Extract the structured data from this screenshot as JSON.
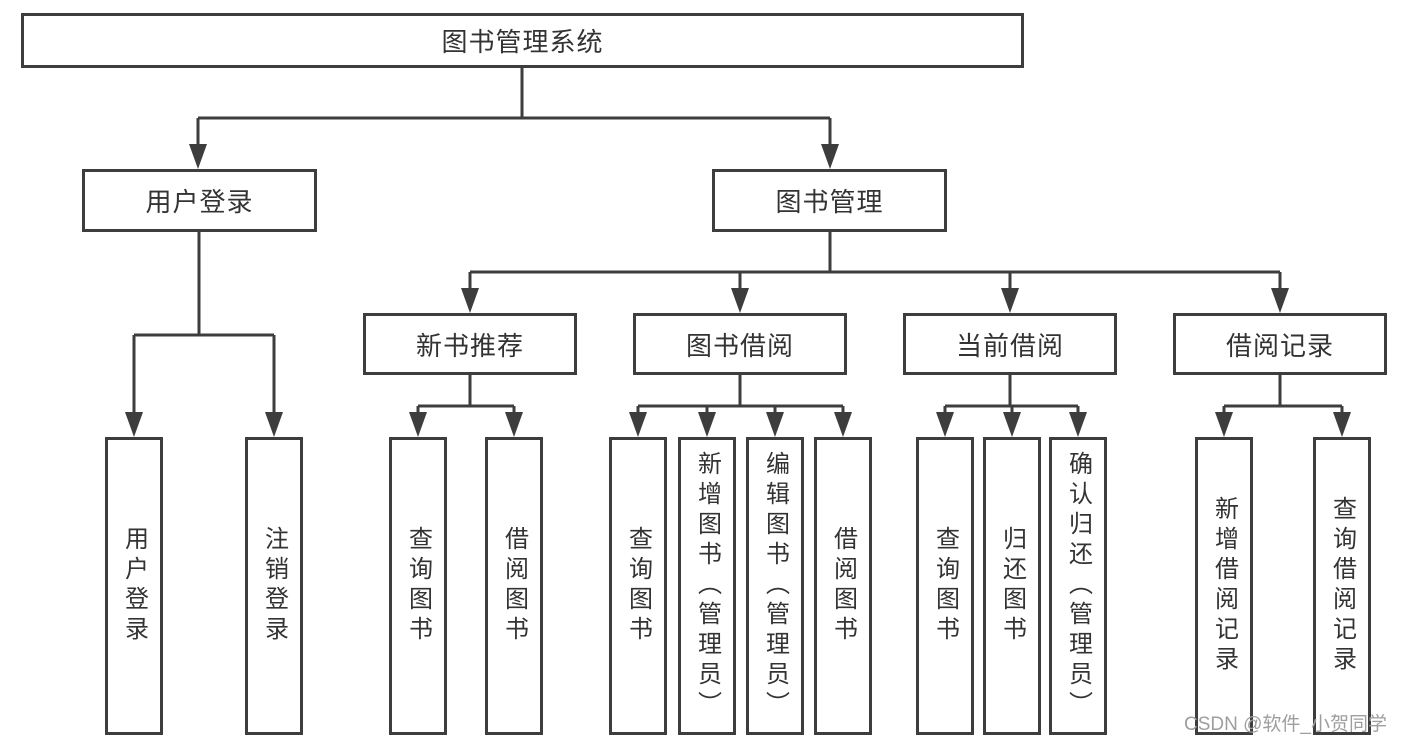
{
  "diagram": {
    "tree": {
      "root": {
        "label": "图书管理系统"
      },
      "branches": [
        {
          "label": "用户登录",
          "children": [
            {
              "label": "用户登录"
            },
            {
              "label": "注销登录"
            }
          ]
        },
        {
          "label": "图书管理",
          "children": [
            {
              "label": "新书推荐",
              "children": [
                {
                  "label": "查询图书"
                },
                {
                  "label": "借阅图书"
                }
              ]
            },
            {
              "label": "图书借阅",
              "children": [
                {
                  "label": "查询图书"
                },
                {
                  "label": "新增图书（管理员）"
                },
                {
                  "label": "编辑图书（管理员）"
                },
                {
                  "label": "借阅图书"
                }
              ]
            },
            {
              "label": "当前借阅",
              "children": [
                {
                  "label": "查询图书"
                },
                {
                  "label": "归还图书"
                },
                {
                  "label": "确认归还（管理员）"
                }
              ]
            },
            {
              "label": "借阅记录",
              "children": [
                {
                  "label": "新增借阅记录"
                },
                {
                  "label": "查询借阅记录"
                }
              ]
            }
          ]
        }
      ]
    },
    "colors": {
      "line": "#3d3d3d",
      "box_border": "#3d3d3d",
      "text": "#333333",
      "background": "#ffffff",
      "watermark": "#9e9e9e"
    }
  },
  "watermark": {
    "text": "CSDN @软件_小贺同学"
  }
}
